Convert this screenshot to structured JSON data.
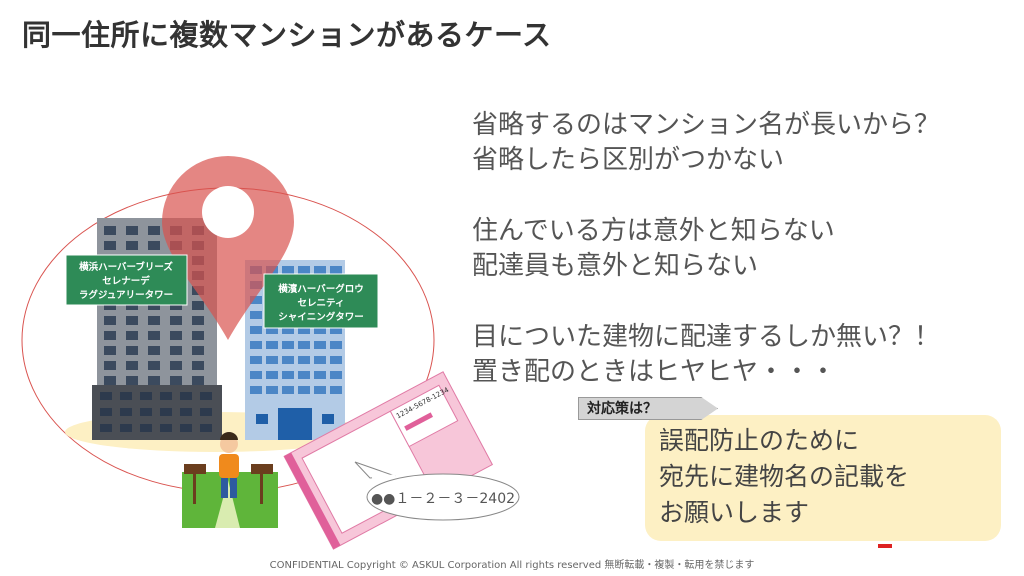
{
  "title": "同一住所に複数マンションがあるケース",
  "points": [
    [
      "省略するのはマンション名が長いから？",
      "省略したら区別がつかない"
    ],
    [
      "住んでいる方は意外と知らない",
      "配達員も意外と知らない"
    ],
    [
      "目についた建物に配達するしか無い？！",
      "置き配のときはヒヤヒヤ・・・"
    ]
  ],
  "tag": "対応策は？",
  "answer": [
    "誤配防止のために",
    "宛先に建物名の記載を",
    "お願いします"
  ],
  "building_labels": {
    "left": [
      "横浜ハーバーブリーズ",
      "セレナーデ",
      "ラグジュアリータワー"
    ],
    "right": [
      "横濱ハーバーグロウ",
      "セレニティ",
      "シャイニングタワー"
    ]
  },
  "slip_number": "1234-5678-1234",
  "bubble": "●●１－２－３－2402",
  "footer": "CONFIDENTIAL  Copyright © ASKUL Corporation All rights reserved 無断転載・複製・転用を禁じます",
  "colors": {
    "pin": "#d9534f",
    "label_bg": "#2e8b57",
    "answer_bg": "#fdf0c4",
    "tag_bg": "#d4d4d4"
  }
}
